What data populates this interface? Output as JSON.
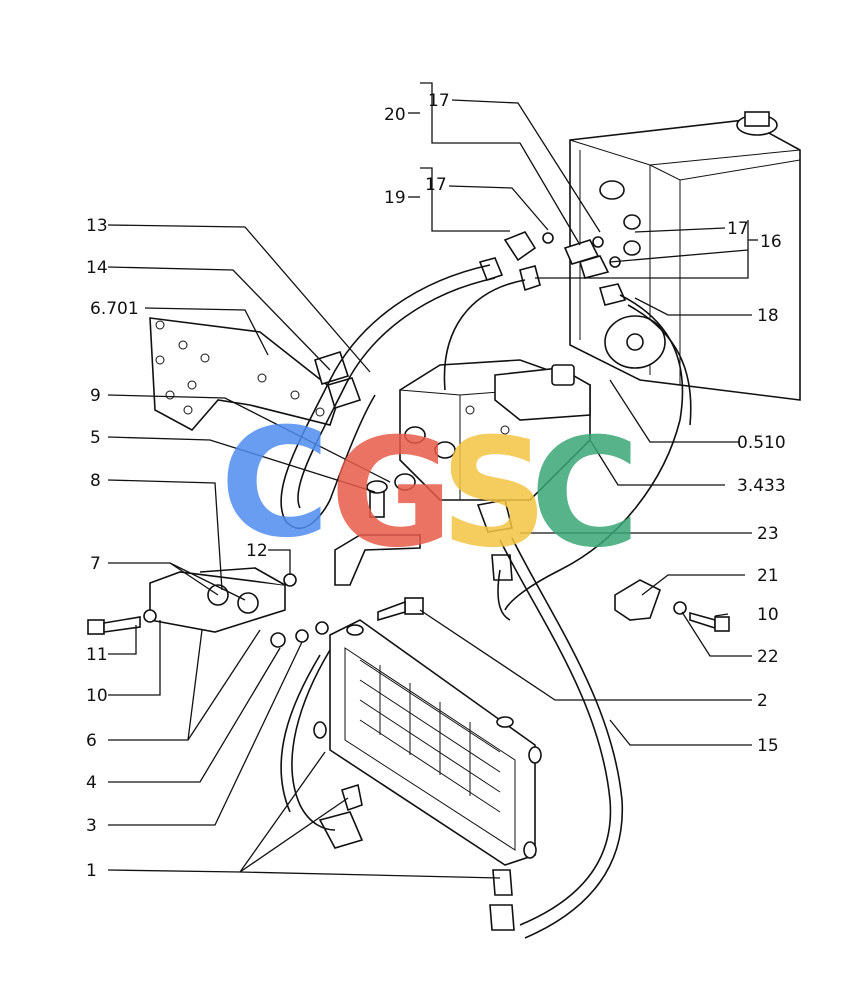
{
  "watermark": {
    "letters": [
      "C",
      "G",
      "S",
      "C"
    ],
    "colors": [
      "#4f8df0",
      "#e85b4a",
      "#f4c542",
      "#3aa676"
    ]
  },
  "callouts": [
    {
      "id": "c17a",
      "text": "17"
    },
    {
      "id": "c20",
      "text": "20"
    },
    {
      "id": "c17b",
      "text": "17"
    },
    {
      "id": "c19",
      "text": "19"
    },
    {
      "id": "c17c",
      "text": "17"
    },
    {
      "id": "c16",
      "text": "16"
    },
    {
      "id": "c13",
      "text": "13"
    },
    {
      "id": "c14",
      "text": "14"
    },
    {
      "id": "c6701",
      "text": "6.701"
    },
    {
      "id": "c18",
      "text": "18"
    },
    {
      "id": "c9",
      "text": "9"
    },
    {
      "id": "c0510",
      "text": "0.510"
    },
    {
      "id": "c5",
      "text": "5"
    },
    {
      "id": "c3433",
      "text": "3.433"
    },
    {
      "id": "c8",
      "text": "8"
    },
    {
      "id": "c23",
      "text": "23"
    },
    {
      "id": "c12",
      "text": "12"
    },
    {
      "id": "c7",
      "text": "7"
    },
    {
      "id": "c21",
      "text": "21"
    },
    {
      "id": "c10a",
      "text": "10"
    },
    {
      "id": "c11",
      "text": "11"
    },
    {
      "id": "c22",
      "text": "22"
    },
    {
      "id": "c10b",
      "text": "10"
    },
    {
      "id": "c2",
      "text": "2"
    },
    {
      "id": "c6",
      "text": "6"
    },
    {
      "id": "c15",
      "text": "15"
    },
    {
      "id": "c4",
      "text": "4"
    },
    {
      "id": "c3",
      "text": "3"
    },
    {
      "id": "c1",
      "text": "1"
    }
  ]
}
